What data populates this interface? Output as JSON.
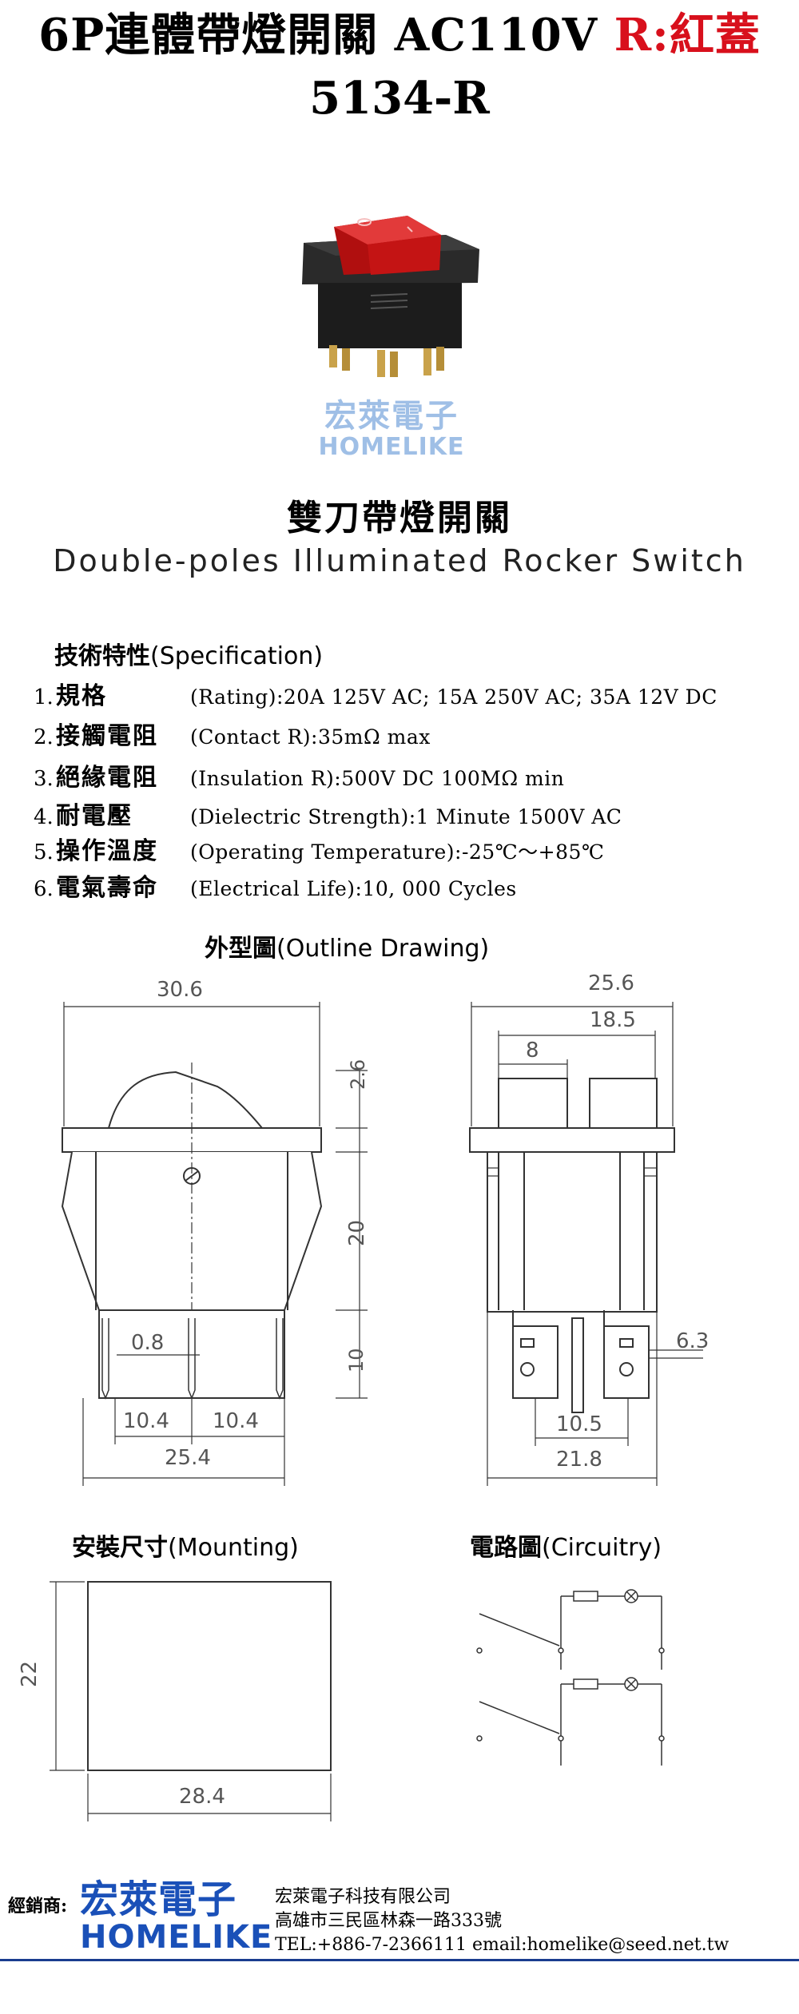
{
  "header": {
    "title_main": "6P連體帶燈開關 AC110V ",
    "title_color": "R:紅蓋",
    "model": "5134-R"
  },
  "watermark": {
    "zh": "宏萊電子",
    "en": "HOMELIKE"
  },
  "product": {
    "name_zh": "雙刀帶燈開關",
    "name_en": "Double-poles Illuminated Rocker Switch"
  },
  "spec": {
    "heading_zh": "技術特性",
    "heading_en": "(Specification)",
    "items": [
      {
        "num": "1.",
        "name": "規格",
        "value": "(Rating):20A 125V AC; 15A 250V AC; 35A 12V DC"
      },
      {
        "num": "2.",
        "name": "接觸電阻",
        "value": "(Contact R):35mΩ max"
      },
      {
        "num": "3.",
        "name": "絕緣電阻",
        "value": "(Insulation R):500V DC  100MΩ min"
      },
      {
        "num": "4.",
        "name": "耐電壓",
        "value": "(Dielectric Strength):1 Minute 1500V AC"
      },
      {
        "num": "5.",
        "name": "操作溫度",
        "value": "(Operating Temperature):-25℃～+85℃"
      },
      {
        "num": "6.",
        "name": "電氣壽命",
        "value": "(Electrical Life):10, 000 Cycles"
      }
    ]
  },
  "outline": {
    "heading_zh": "外型圖",
    "heading_en": "(Outline Drawing)",
    "front": {
      "width": "30.6",
      "h_top": "2.6",
      "h_mid": "20",
      "h_pin": "10",
      "pin_w": "0.8",
      "pitch1": "10.4",
      "pitch2": "10.4",
      "base": "25.4"
    },
    "side": {
      "width": "25.6",
      "inner": "18.5",
      "tab": "8",
      "pin_w": "6.3",
      "pin_gap": "10.5",
      "base": "21.8"
    }
  },
  "mounting": {
    "heading_zh": "安裝尺寸",
    "heading_en": "(Mounting)",
    "height": "22",
    "width": "28.4"
  },
  "circuit": {
    "heading_zh": "電路圖",
    "heading_en": "(Circuitry)"
  },
  "footer": {
    "dist_label": "經銷商:",
    "logo_zh": "宏萊電子",
    "logo_en": "HOMELIKE",
    "company": "宏萊電子科技有限公司",
    "address": "高雄市三民區林森一路333號",
    "contact": "TEL:+886-7-2366111  email:homelike@seed.net.tw"
  },
  "colors": {
    "title_accent": "#d8101c",
    "brand_blue": "#1a50b8",
    "watermark_blue": "#9fbfe6",
    "rocker_red": "#c41414"
  }
}
